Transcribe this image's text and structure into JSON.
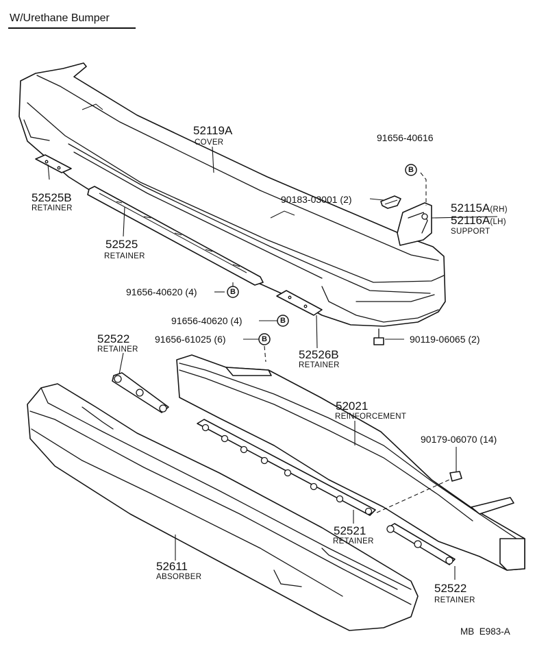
{
  "title": "W/Urethane Bumper",
  "footer_code": "MB  E983-A",
  "badge_letter": "B",
  "parts": {
    "cover": {
      "number": "52119A",
      "name": "COVER"
    },
    "bolt_top": {
      "number": "91656-40616"
    },
    "clip_top": {
      "number": "90183-03001 (2)"
    },
    "support": {
      "number_rh": "52115A",
      "suffix_rh": "(RH)",
      "number_lh": "52116A",
      "suffix_lh": "(LH)",
      "name": "SUPPORT"
    },
    "retainer_b": {
      "number": "52525B",
      "name": "RETAINER"
    },
    "retainer_long": {
      "number": "52525",
      "name": "RETAINER"
    },
    "bolt_4a": {
      "number": "91656-40620 (4)"
    },
    "bolt_4b": {
      "number": "91656-40620 (4)"
    },
    "bolt_6": {
      "number": "91656-61025 (6)"
    },
    "retainer_526b": {
      "number": "52526B",
      "name": "RETAINER"
    },
    "bolt_90119": {
      "number": "90119-06065 (2)"
    },
    "retainer_522_top": {
      "number": "52522",
      "name": "RETAINER"
    },
    "reinforcement": {
      "number": "52021",
      "name": "REINFORCEMENT"
    },
    "nut_90179": {
      "number": "90179-06070 (14)"
    },
    "retainer_521": {
      "number": "52521",
      "name": "RETAINER"
    },
    "absorber": {
      "number": "52611",
      "name": "ABSORBER"
    },
    "retainer_522_bottom": {
      "number": "52522",
      "name": "RETAINER"
    }
  }
}
